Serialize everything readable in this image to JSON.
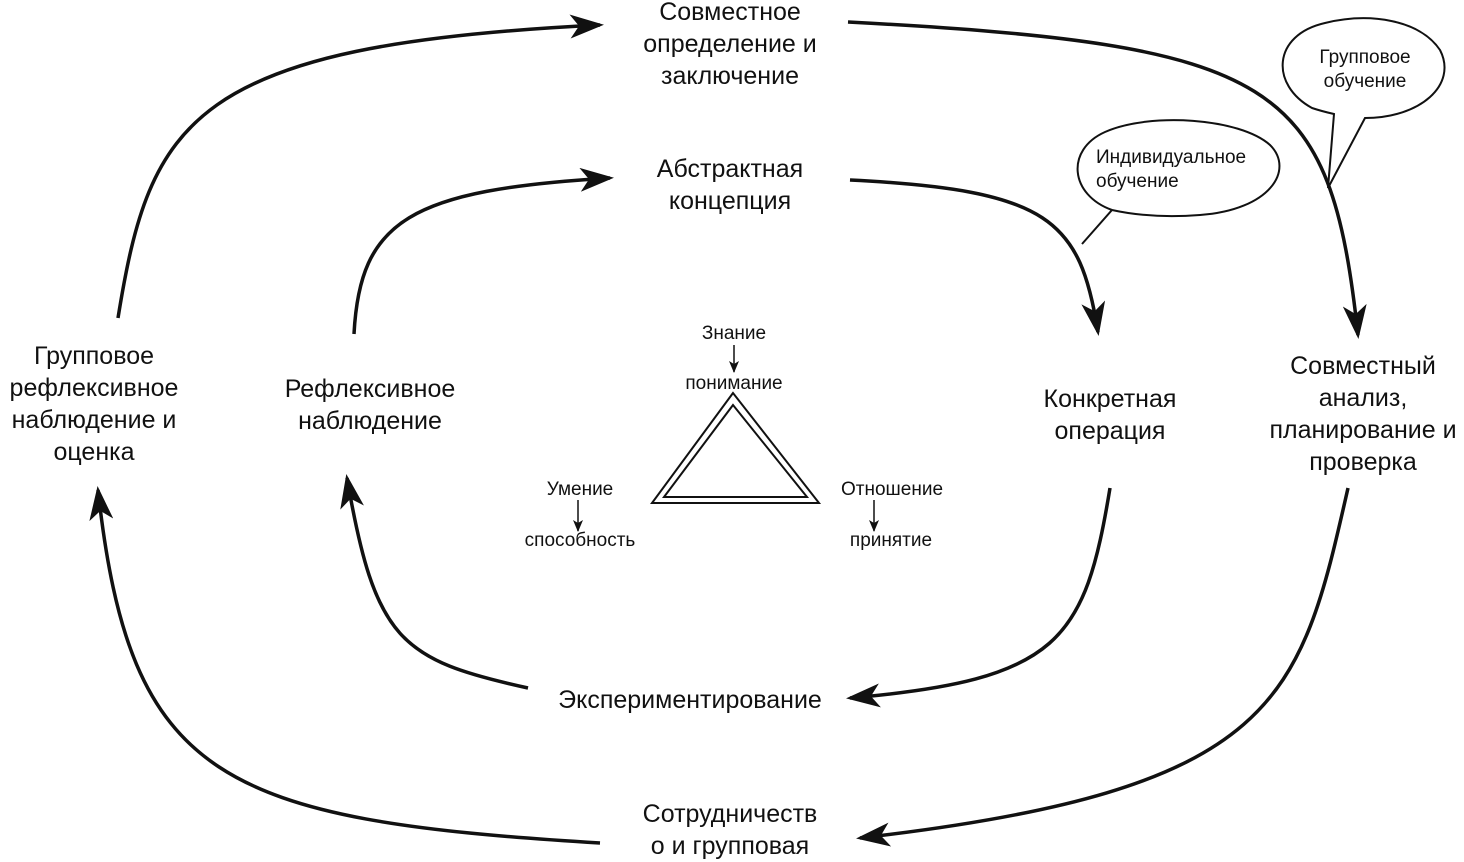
{
  "nodes": {
    "joint_definition": "Совместное\nопределение и\nзаключение",
    "abstract_concept": "Абстрактная\nконцепция",
    "group_reflective": "Групповое\nрефлексивное\nнаблюдение и\nоценка",
    "reflective_observation": "Рефлексивное\nнаблюдение",
    "concrete_operation": "Конкретная\nоперация",
    "joint_analysis": "Совместный\nанализ,\nпланирование и\nпроверка",
    "experimentation": "Экспериментирование",
    "cooperation": "Сотрудничеств\nо и групповая"
  },
  "bubbles": {
    "group_learning": "Групповое\nобучение",
    "individual_learning": "Индивидуальное\nобучение"
  },
  "triangle": {
    "top_word": "Знание",
    "top_result": "понимание",
    "left_word": "Умение",
    "left_result": "способность",
    "right_word": "Отношение",
    "right_result": "принятие"
  }
}
